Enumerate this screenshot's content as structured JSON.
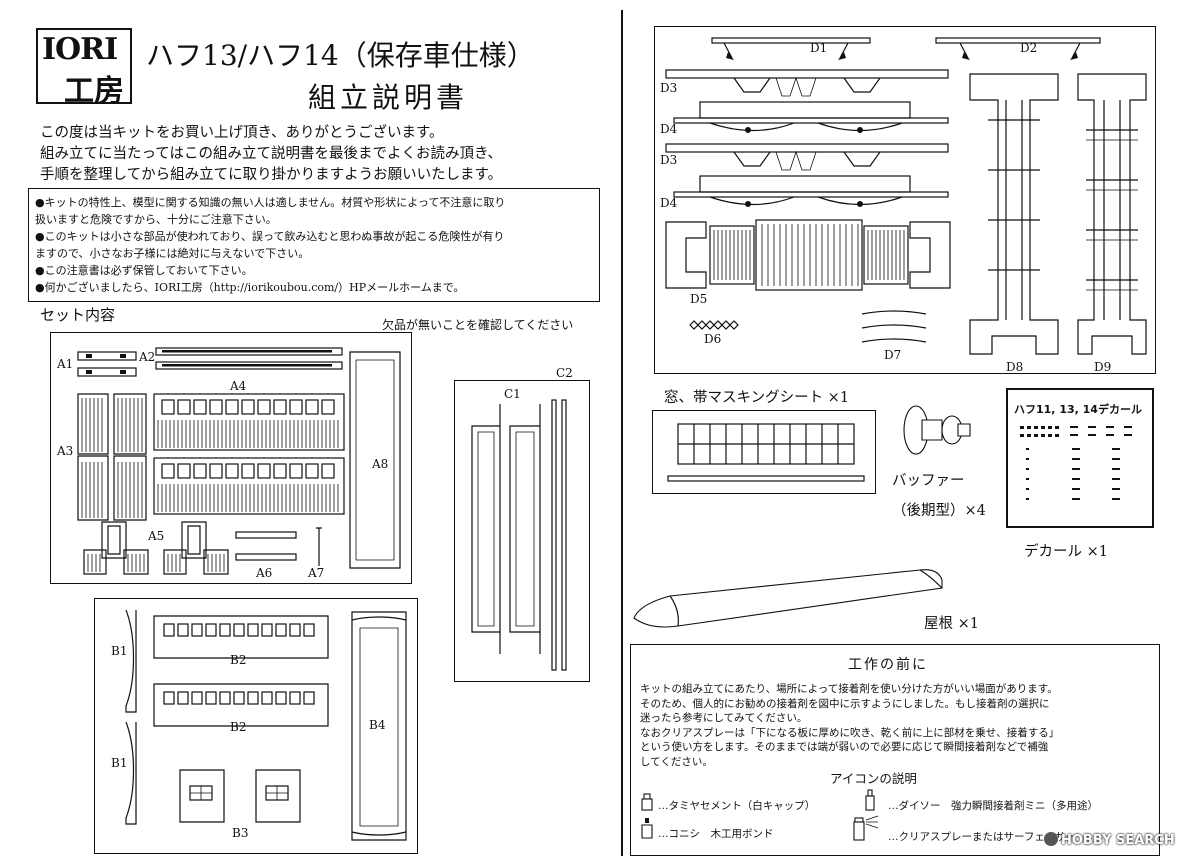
{
  "logo": {
    "top": "IORI",
    "bottom": "工房"
  },
  "title": {
    "line1": "ハフ13/ハフ14（保存車仕様）",
    "line2": "組立説明書"
  },
  "intro": [
    "この度は当キットをお買い上げ頂き、ありがとうございます。",
    "組み立てに当たってはこの組み立て説明書を最後までよくお読み頂き、",
    "手順を整理してから組み立てに取り掛かりますようお願いいたします。"
  ],
  "notice": [
    "●キットの特性上、模型に関する知識の無い人は適しません。材質や形状によって不注意に取り",
    "扱いますと危険ですから、十分にご注意下さい。",
    "●このキットは小さな部品が使われており、誤って飲み込むと思わぬ事故が起こる危険性が有り",
    "ますので、小さなお子様には絶対に与えないで下さい。",
    "●この注意書は必ず保管しておいて下さい。",
    "●何かございましたら、IORI工房（http://iorikoubou.com/）HPメールホームまで。"
  ],
  "contents": {
    "heading": "セット内容",
    "check_note": "欠品が無いことを確認してください"
  },
  "part_labels": {
    "A1": "A1",
    "A2": "A2",
    "A3": "A3",
    "A4": "A4",
    "A5": "A5",
    "A6": "A6",
    "A7": "A7",
    "A8": "A8",
    "B1": "B1",
    "B2": "B2",
    "B3": "B3",
    "B4": "B4",
    "C1": "C1",
    "C2": "C2",
    "D1": "D1",
    "D2": "D2",
    "D3": "D3",
    "D4": "D4",
    "D5": "D5",
    "D6": "D6",
    "D7": "D7",
    "D8": "D8",
    "D9": "D9"
  },
  "accessories": {
    "masking": "窓、帯マスキングシート ×1",
    "buffer_line1": "バッファー",
    "buffer_line2": "（後期型）×4",
    "decal_title": "ハフ11, 13, 14デカール",
    "decal": "デカール ×1",
    "roof": "屋根 ×1"
  },
  "before": {
    "heading": "工作の前に",
    "text": [
      "キットの組み立てにあたり、場所によって接着剤を使い分けた方がいい場面があります。",
      "そのため、個人的にお勧めの接着剤を図中に示すようにしました。もし接着剤の選択に",
      "迷ったら参考にしてみてください。",
      "なおクリアスプレーは「下になる板に厚めに吹き、乾く前に上に部材を乗せ、接着する」",
      "という使い方をします。そのままでは端が弱いので必要に応じて瞬間接着剤などで補強",
      "してください。"
    ],
    "icon_heading": "アイコンの説明",
    "icons": [
      {
        "icon": "cement-bottle-icon",
        "label": "…タミヤセメント（白キャップ）"
      },
      {
        "icon": "super-glue-icon",
        "label": "…ダイソー　強力瞬間接着剤ミニ（多用途）"
      },
      {
        "icon": "wood-glue-icon",
        "label": "…コニシ　木工用ボンド"
      },
      {
        "icon": "spray-can-icon",
        "label": "…クリアスプレーまたはサーフェーサー"
      }
    ]
  },
  "watermark": "HOBBY SEARCH"
}
